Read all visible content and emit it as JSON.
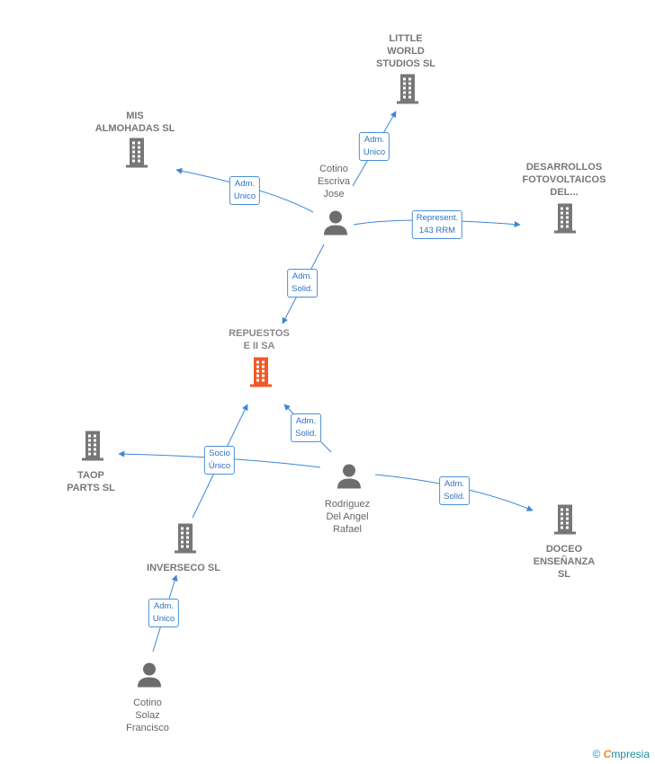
{
  "nodes": {
    "little_world": {
      "label": "LITTLE\nWORLD\nSTUDIOS SL",
      "kind": "company"
    },
    "mis_almohadas": {
      "label": "MIS\nALMOHADAS SL",
      "kind": "company"
    },
    "desarrollos": {
      "label": "DESARROLLOS\nFOTOVOLTAICOS\nDEL...",
      "kind": "company"
    },
    "cotino_escriva": {
      "label": "Cotino\nEscriva\nJose",
      "kind": "person"
    },
    "repuestos": {
      "label": "REPUESTOS\nE II SA",
      "kind": "main"
    },
    "taop": {
      "label": "TAOP\nPARTS SL",
      "kind": "company"
    },
    "rodriguez": {
      "label": "Rodriguez\nDel Angel\nRafael",
      "kind": "person"
    },
    "inverseco": {
      "label": "INVERSECO SL",
      "kind": "company"
    },
    "doceo": {
      "label": "DOCEO\nENSEÑANZA\nSL",
      "kind": "company"
    },
    "cotino_solaz": {
      "label": "Cotino\nSolaz\nFrancisco",
      "kind": "person"
    }
  },
  "edges": {
    "e1": {
      "label": "Adm.\nUnico"
    },
    "e2": {
      "label": "Adm.\nUnico"
    },
    "e3": {
      "label": "Represent.\n143 RRM"
    },
    "e4": {
      "label": "Adm.\nSolid."
    },
    "e5": {
      "label": "Adm.\nSolid."
    },
    "e6": {
      "label": "Socio\nÚnico"
    },
    "e7": {
      "label": "Adm.\nSolid."
    },
    "e8": {
      "label": "Adm.\nUnico"
    }
  },
  "colors": {
    "company_icon": "#777777",
    "main_icon": "#f05a28",
    "person_icon": "#6d6d6d",
    "edge": "#3d86d6"
  },
  "footer": {
    "copyright": "©",
    "brand_first": "C",
    "brand_rest": "mpresia"
  }
}
